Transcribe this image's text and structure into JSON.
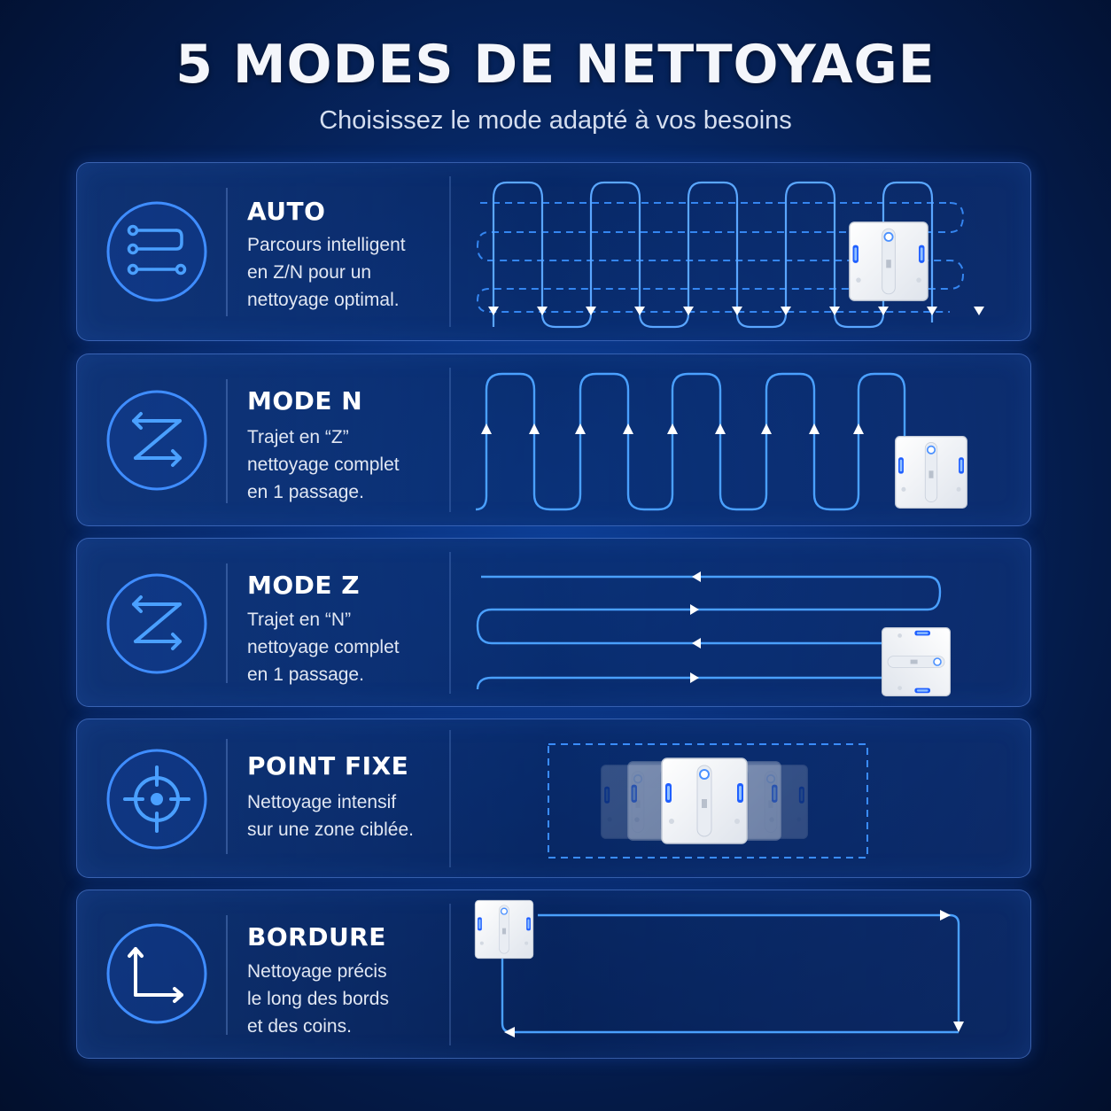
{
  "header": {
    "title": "5 MODES DE NETTOYAGE",
    "subtitle": "Choisissez le mode adapté à vos besoins"
  },
  "modes": [
    {
      "name": "AUTO",
      "description": "Parcours intelligent\nen Z/N pour un\nnettoyage optimal.",
      "icon": "path-route-icon"
    },
    {
      "name": "MODE N",
      "description": "Trajet en “Z”\nnettoyage complet\nen 1 passage.",
      "icon": "z-arrows-icon"
    },
    {
      "name": "MODE Z",
      "description": "Trajet en “N”\nnettoyage complet\nen 1 passage.",
      "icon": "z-arrows-icon"
    },
    {
      "name": "POINT FIXE",
      "description": "Nettoyage intensif\nsur une zone ciblée.",
      "icon": "crosshair-target-icon"
    },
    {
      "name": "BORDURE",
      "description": "Nettoyage précis\nle long des bords\net des coins.",
      "icon": "corner-axes-icon"
    }
  ],
  "colors": {
    "accent": "#3f8dff",
    "path": "#4aa0ff",
    "background": "#062357"
  }
}
